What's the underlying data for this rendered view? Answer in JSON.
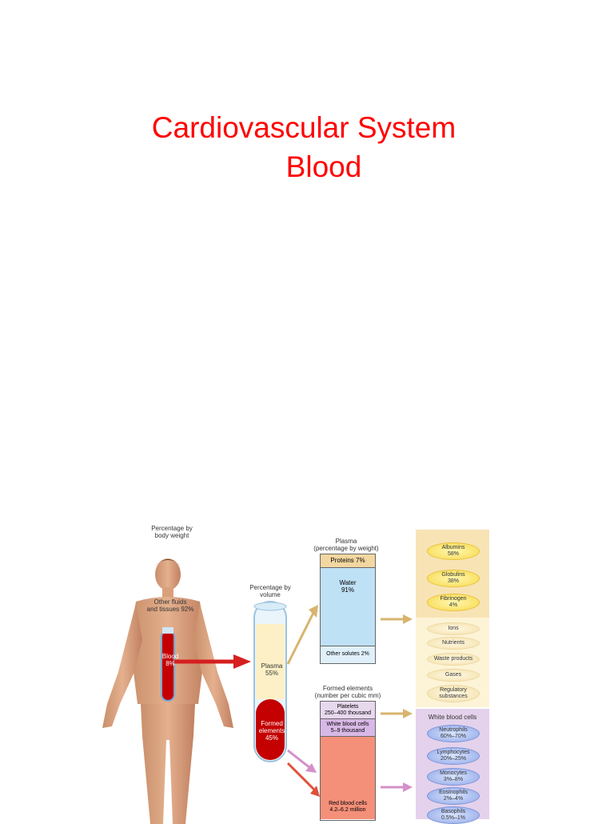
{
  "slide": {
    "title_line1": "Cardiovascular System",
    "title_line2": "Blood"
  },
  "figure": {
    "body": {
      "heading": "Percentage by\nbody weight",
      "other_label": "Other fluids\nand tissues 92%",
      "blood_label": "Blood\n8%"
    },
    "tube": {
      "heading": "Percentage by\nvolume",
      "plasma_label": "Plasma\n55%",
      "formed_label": "Formed\nelements\n45%"
    },
    "plasma": {
      "heading": "Plasma\n(percentage by weight)",
      "proteins": "Proteins 7%",
      "water": "Water\n91%",
      "other": "Other solutes 2%"
    },
    "proteins_list": [
      "Albumins\n58%",
      "Globulins\n38%",
      "Fibrinogen\n4%"
    ],
    "solutes_list": [
      "Ions",
      "Nutrients",
      "Waste products",
      "Gases",
      "Regulatory\nsubstances"
    ],
    "formed": {
      "heading": "Formed elements\n(number per cubic mm)",
      "platelets": "Platelets\n250–400 thousand",
      "wbc": "White blood cells\n5–9 thousand",
      "rbc": "Red blood cells\n4.2–6.2 million"
    },
    "wbc_list": {
      "heading": "White blood cells",
      "items": [
        "Neutrophils\n60%–70%",
        "Lymphocytes\n20%–25%",
        "Monocytes\n3%–8%",
        "Eosinophils\n2%–4%",
        "Basophils\n0.5%–1%"
      ]
    }
  }
}
